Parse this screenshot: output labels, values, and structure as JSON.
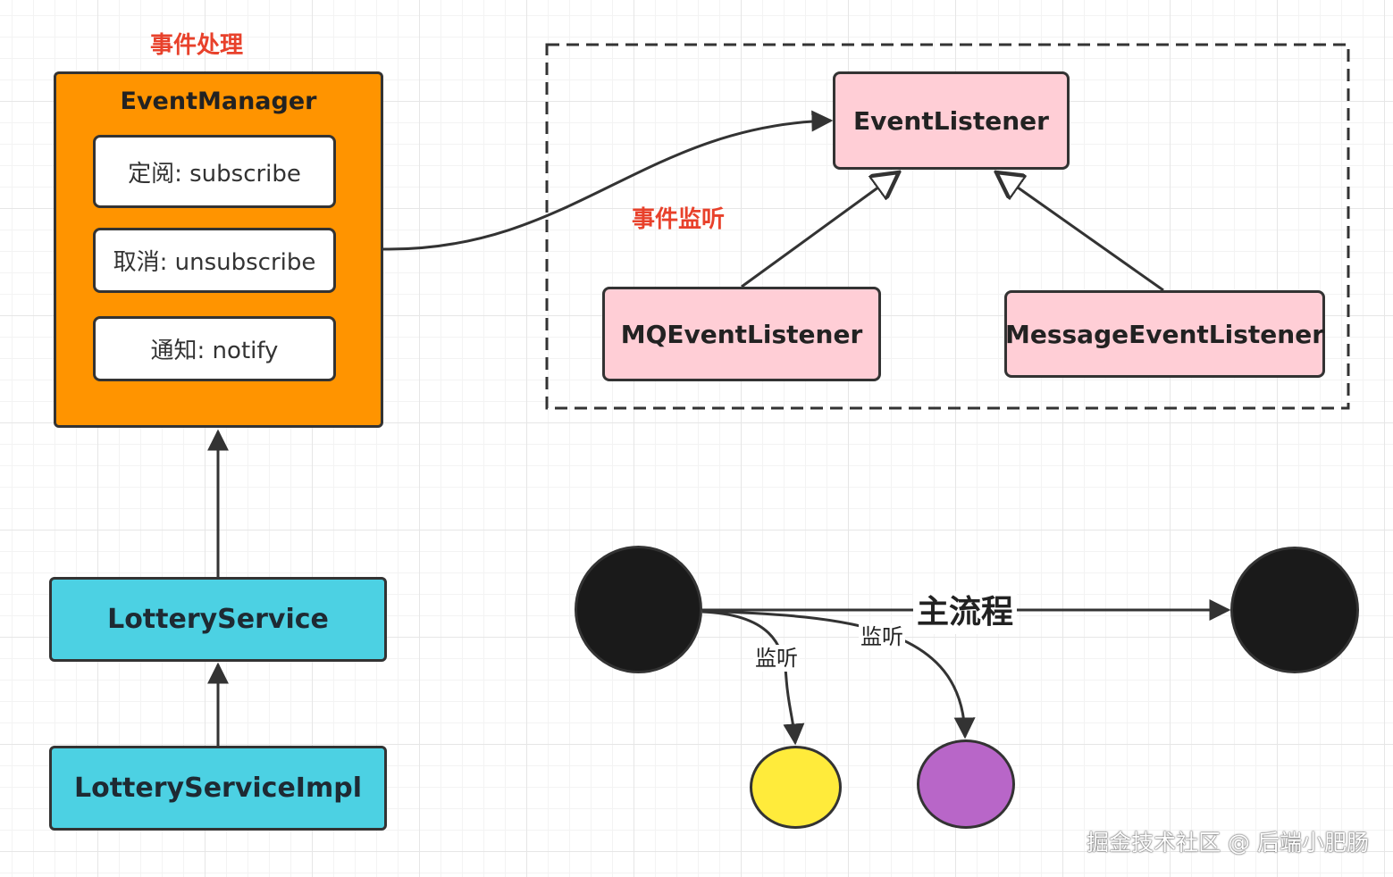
{
  "labels": {
    "event_handling": "事件处理",
    "event_listening": "事件监听",
    "main_flow": "主流程",
    "listen_1": "监听",
    "listen_2": "监听"
  },
  "event_manager": {
    "title": "EventManager",
    "methods": [
      "定阅: subscribe",
      "取消: unsubscribe",
      "通知: notify"
    ]
  },
  "listeners": {
    "base": "EventListener",
    "mq": "MQEventListener",
    "message": "MessageEventListener"
  },
  "services": {
    "service": "LotteryService",
    "impl": "LotteryServiceImpl"
  },
  "watermark": "掘金技术社区 @ 后端小肥肠",
  "colors": {
    "manager": "#ff9400",
    "listener": "#ffced6",
    "service": "#4cd1e3",
    "red_label": "#e8412b",
    "yellow_node": "#ffeb3b",
    "purple_node": "#b866c8",
    "black_node": "#1a1a1a"
  }
}
